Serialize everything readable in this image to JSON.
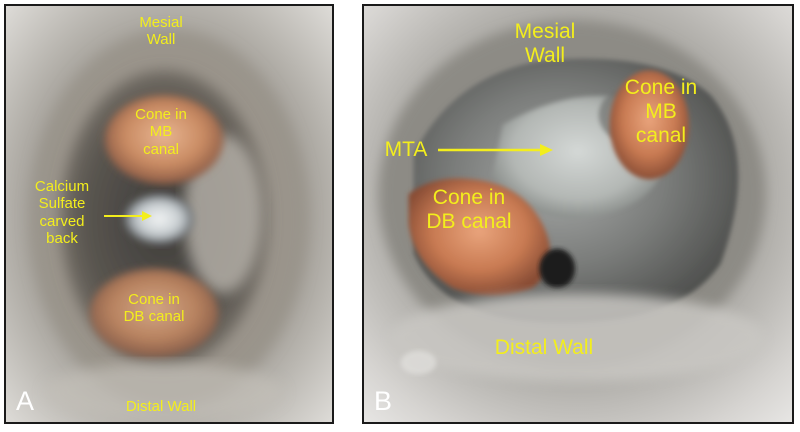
{
  "panels": {
    "a": {
      "letter": "A",
      "labels": {
        "mesial": "Mesial\nWall",
        "mb_cone": "Cone in\nMB\ncanal",
        "calcium": "Calcium\nSulfate\ncarved\nback",
        "db_cone": "Cone in\nDB canal",
        "distal": "Distal Wall"
      }
    },
    "b": {
      "letter": "B",
      "labels": {
        "mesial": "Mesial\nWall",
        "mb_cone": "Cone in\nMB\ncanal",
        "mta": "MTA",
        "db_cone": "Cone in\nDB canal",
        "distal": "Distal Wall"
      }
    }
  },
  "colors": {
    "label": "#f3ee1c",
    "panel_letter": "#ffffff",
    "border": "#1a1a1a"
  }
}
